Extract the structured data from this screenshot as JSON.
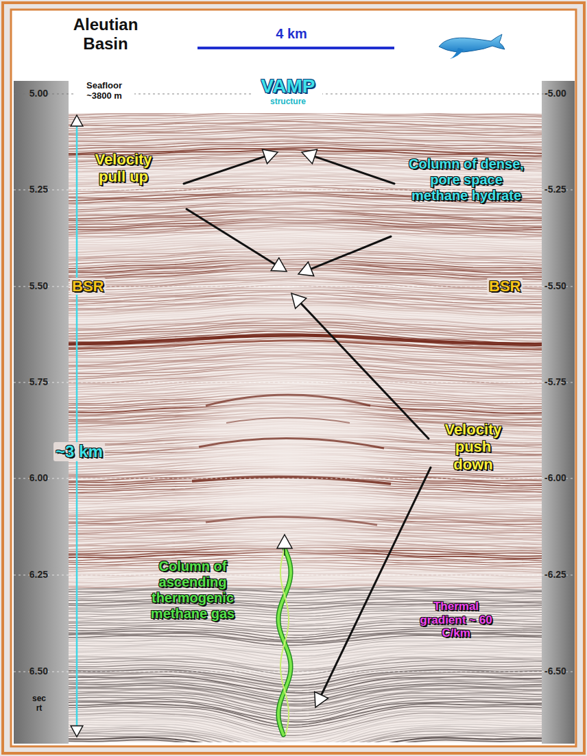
{
  "diagram": {
    "title": "Aleutian Basin",
    "labels": [
      "4 km",
      "Seafloor ~3800 m",
      "VAMP",
      "structure",
      "5.00",
      "-5.00",
      "Velocity pull up",
      "Column of dense, pore space methane hydrate",
      "5.25",
      "-5.25",
      "5.50",
      "BSR",
      "BSR",
      "-5.50",
      "5.75",
      "-5.75",
      "Velocity push down",
      "~3 km",
      "6.00",
      "-6.00",
      "6.25",
      "Column of ascending thermogenic methane gas",
      "-6.25",
      "Thermal gradient ~ 60 C/km",
      "6.50",
      "-6.50",
      "sec rt"
    ]
  }
}
